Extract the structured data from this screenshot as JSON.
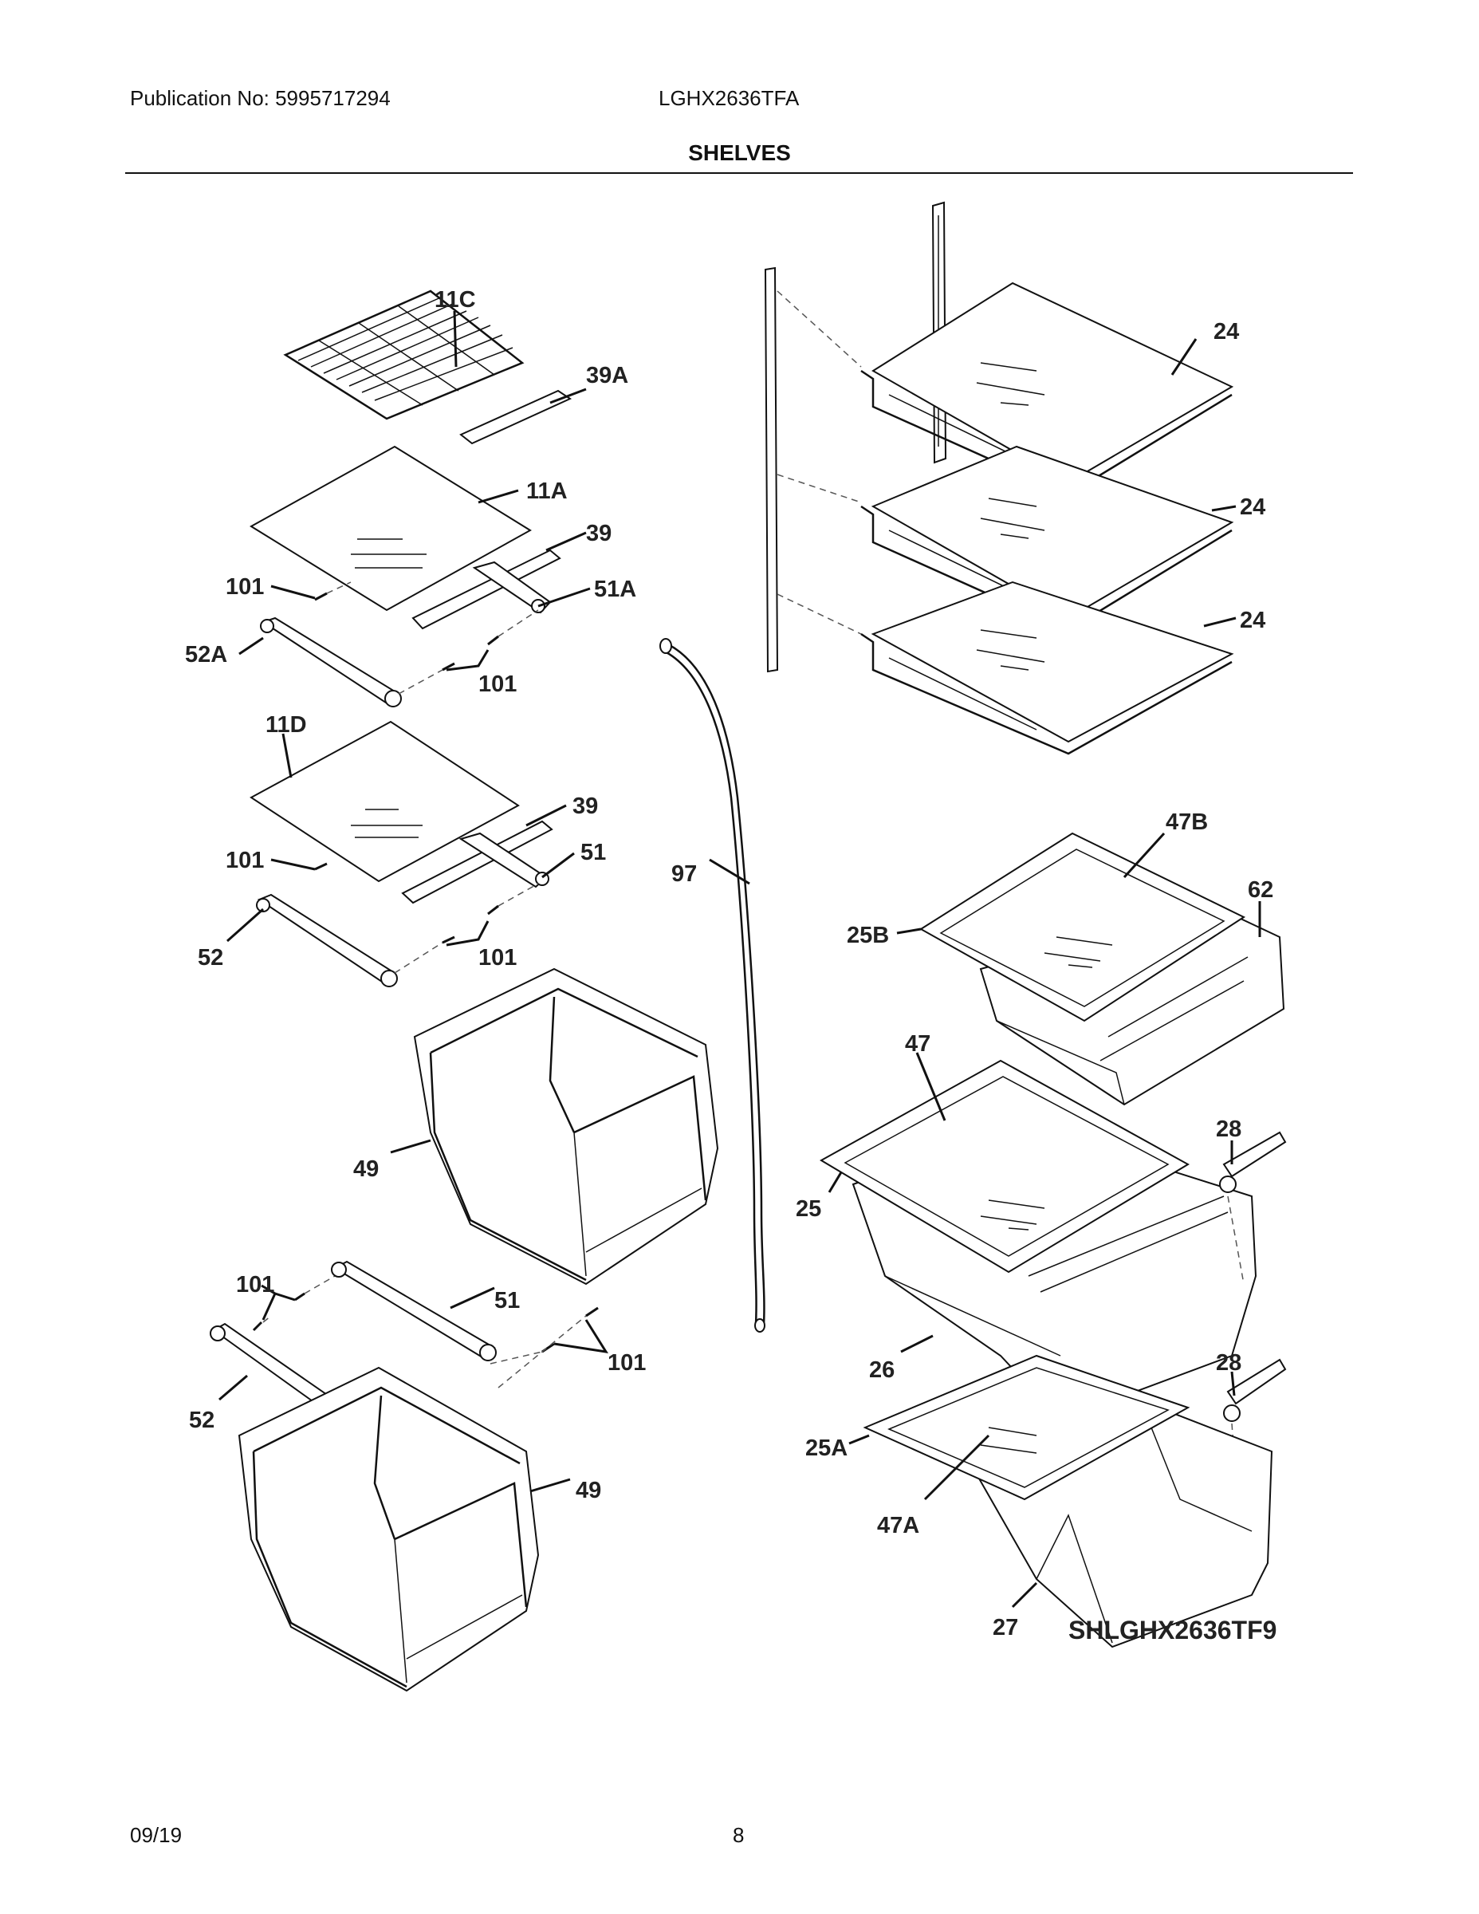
{
  "header": {
    "publication": "Publication No: 5995717294",
    "model": "LGHX2636TFA",
    "section_title": "SHELVES"
  },
  "footer": {
    "date": "09/19",
    "page_number": "8"
  },
  "diagram": {
    "drawing_code": "SHLGHX2636TF9",
    "callouts": {
      "c11C": "11C",
      "c39A": "39A",
      "c11A": "11A",
      "c39a": "39",
      "c51A": "51A",
      "c101a": "101",
      "c52A": "52A",
      "c101b": "101",
      "c11D": "11D",
      "c39b": "39",
      "c101c": "101",
      "c51a": "51",
      "c52a": "52",
      "c101d": "101",
      "c97": "97",
      "c49a": "49",
      "c101e": "101",
      "c51b": "51",
      "c101f": "101",
      "c52b": "52",
      "c49b": "49",
      "c24a": "24",
      "c24b": "24",
      "c24c": "24",
      "c47B": "47B",
      "c62": "62",
      "c25B": "25B",
      "c47": "47",
      "c28a": "28",
      "c25": "25",
      "c26": "26",
      "c28b": "28",
      "c25A": "25A",
      "c47A": "47A",
      "c27": "27"
    }
  }
}
